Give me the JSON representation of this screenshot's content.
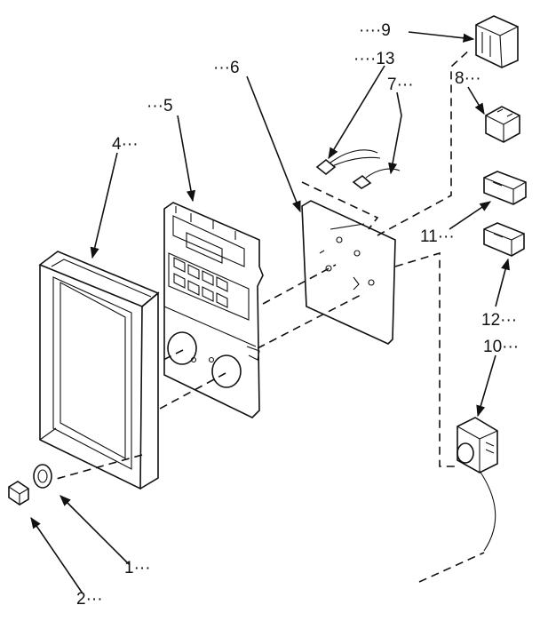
{
  "callouts": [
    {
      "id": "1",
      "text": "1···"
    },
    {
      "id": "2",
      "text": "2···"
    },
    {
      "id": "4",
      "text": "4···"
    },
    {
      "id": "5",
      "text": "···5"
    },
    {
      "id": "6",
      "text": "···6"
    },
    {
      "id": "7",
      "text": "7···"
    },
    {
      "id": "8",
      "text": "8···"
    },
    {
      "id": "9",
      "text": "····9"
    },
    {
      "id": "10",
      "text": "10···"
    },
    {
      "id": "11",
      "text": "11···"
    },
    {
      "id": "12",
      "text": "12···"
    },
    {
      "id": "13",
      "text": "····13"
    }
  ]
}
